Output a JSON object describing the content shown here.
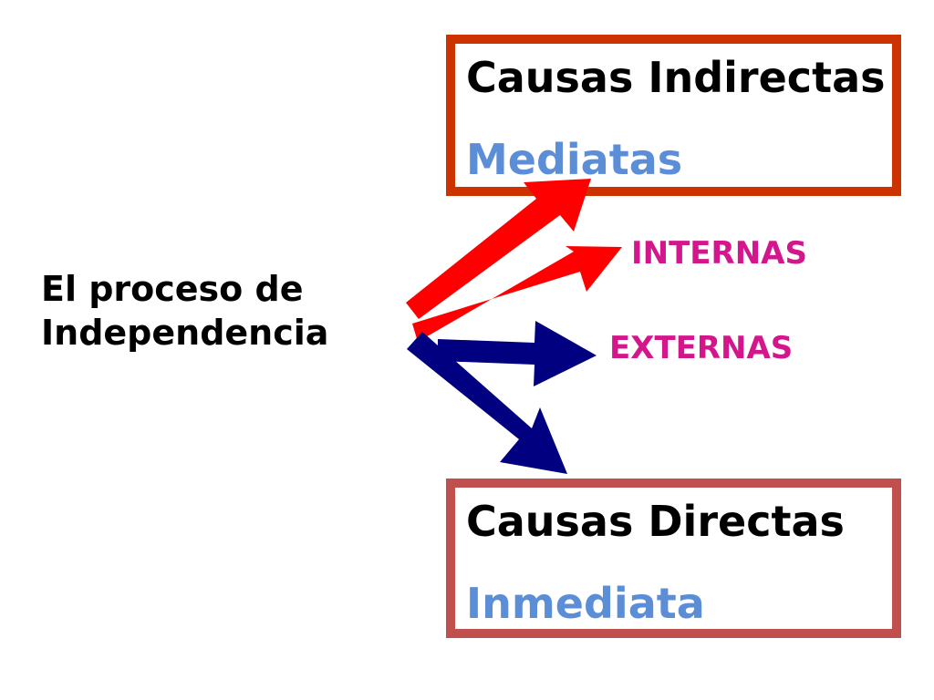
{
  "source": {
    "line1": "El proceso de",
    "line2": "Independencia"
  },
  "indirect": {
    "title": "Causas Indirectas",
    "subtitle": "Mediatas"
  },
  "direct": {
    "title": "Causas Directas",
    "subtitle": "Inmediata"
  },
  "tags": {
    "internas": "INTERNAS",
    "externas": "EXTERNAS"
  },
  "colors": {
    "text": "#000000",
    "subtitle_blue": "#5B8ED6",
    "tag_magenta": "#D4168C",
    "arrow_red": "#FF0000",
    "arrow_navy": "#000080",
    "box_top_border": "#CC3300",
    "box_bottom_border": "#C0504D"
  }
}
